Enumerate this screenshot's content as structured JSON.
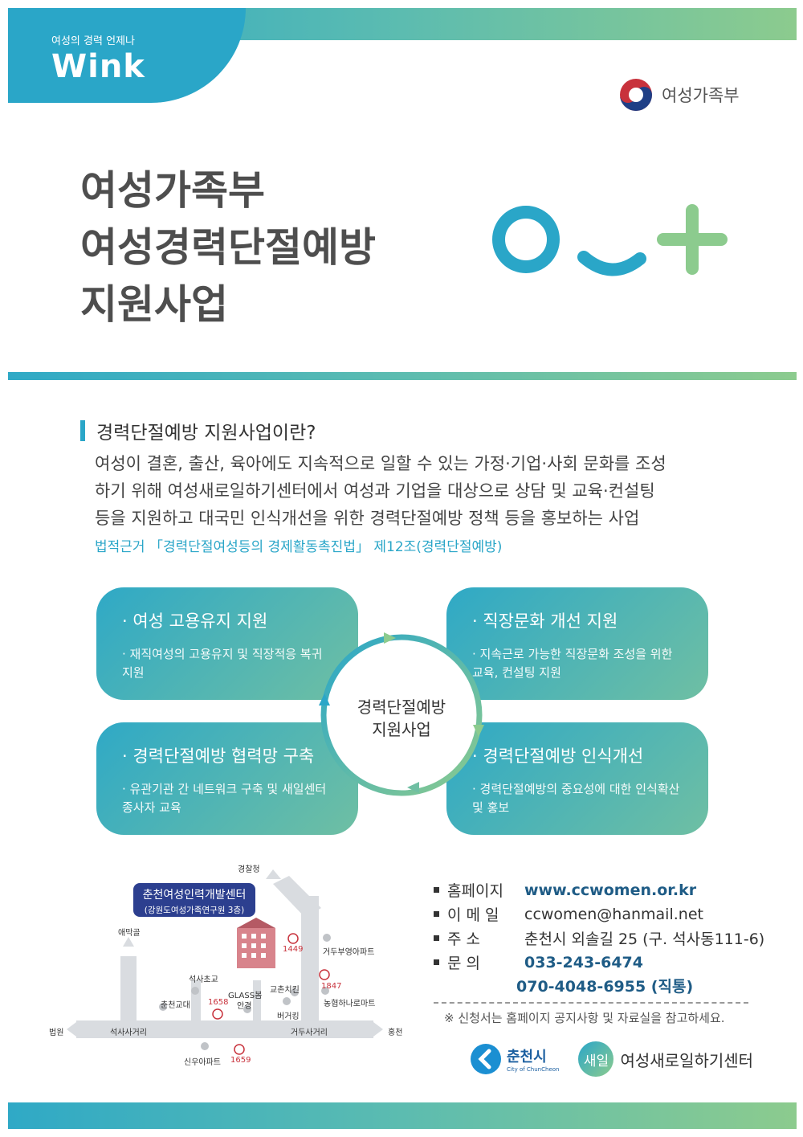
{
  "header": {
    "brand_tagline": "여성의 경력 언제나",
    "brand_logo": "Wink",
    "ministry_name": "여성가족부",
    "title_lines": [
      "여성가족부",
      "여성경력단절예방",
      "지원사업"
    ]
  },
  "intro": {
    "heading": "경력단절예방 지원사업이란?",
    "lines": [
      "여성이 결혼, 출산, 육아에도 지속적으로 일할 수 있는 가정·기업·사회 문화를 조성",
      "하기 위해 여성새로일하기센터에서 여성과 기업을 대상으로 상담 및 교육·컨설팅",
      "등을 지원하고 대국민 인식개선을 위한 경력단절예방 정책 등을 홍보하는 사업"
    ],
    "legal_basis": "법적근거 「경력단절여성등의 경제활동촉진법」 제12조(경력단절예방)"
  },
  "programs": {
    "hub_lines": [
      "경력단절예방",
      "지원사업"
    ],
    "items": [
      {
        "title": "· 여성 고용유지 지원",
        "desc": "· 재직여성의 고용유지 및 직장적응 복귀 지원"
      },
      {
        "title": "· 직장문화 개선 지원",
        "desc": "· 지속근로 가능한 직장문화 조성을 위한 교육, 컨설팅 지원"
      },
      {
        "title": "· 경력단절예방 협력망 구축",
        "desc": "· 유관기관 간 네트워크 구축 및 새일센터 종사자 교육"
      },
      {
        "title": "· 경력단절예방 인식개선",
        "desc": "· 경력단절예방의 중요성에 대한 인식확산 및 홍보"
      }
    ]
  },
  "map": {
    "center_name": "춘천여성인력개발센터",
    "center_sub": "(강원도여성가족연구원 3층)",
    "labels": {
      "police": "경찰청",
      "aemakgol": "애막골",
      "court": "법원",
      "seoksa_cross": "석사사거리",
      "seoksa_school": "석사초교",
      "chuncheon_univ": "춘천교대",
      "glass": "GLASS봄",
      "anggyeong": "안경",
      "kyochon": "교촌치킨",
      "burger": "버거킹",
      "geodoobu": "거두부영아파트",
      "nonghyup": "농협하나로마트",
      "geodu_cross": "거두사거리",
      "hongcheon": "홍천",
      "sinwoo": "신우아파트"
    },
    "bus_numbers": [
      "1449",
      "1847",
      "1658",
      "1659"
    ]
  },
  "contact": {
    "rows": [
      {
        "label": "홈페이지",
        "value": "www.ccwomen.or.kr"
      },
      {
        "label": "이 메 일",
        "value": "ccwomen@hanmail.net"
      },
      {
        "label": "주       소",
        "value": "춘천시 외솔길 25 (구. 석사동111-6)"
      },
      {
        "label": "문       의",
        "value": "033-243-6474"
      }
    ],
    "phone2": "070-4048-6955 (직통)",
    "note": "※ 신청서는 홈페이지 공지사항 및 자료실을 참고하세요."
  },
  "footer_logos": {
    "city_name": "춘천시",
    "city_sub": "City of ChunCheon",
    "saeil_mark": "새일",
    "center_name": "여성새로일하기센터"
  },
  "colors": {
    "teal": "#2aa6c8",
    "green": "#8ccb8e",
    "navy": "#2c3f8f",
    "bus_red": "#c8323c"
  }
}
